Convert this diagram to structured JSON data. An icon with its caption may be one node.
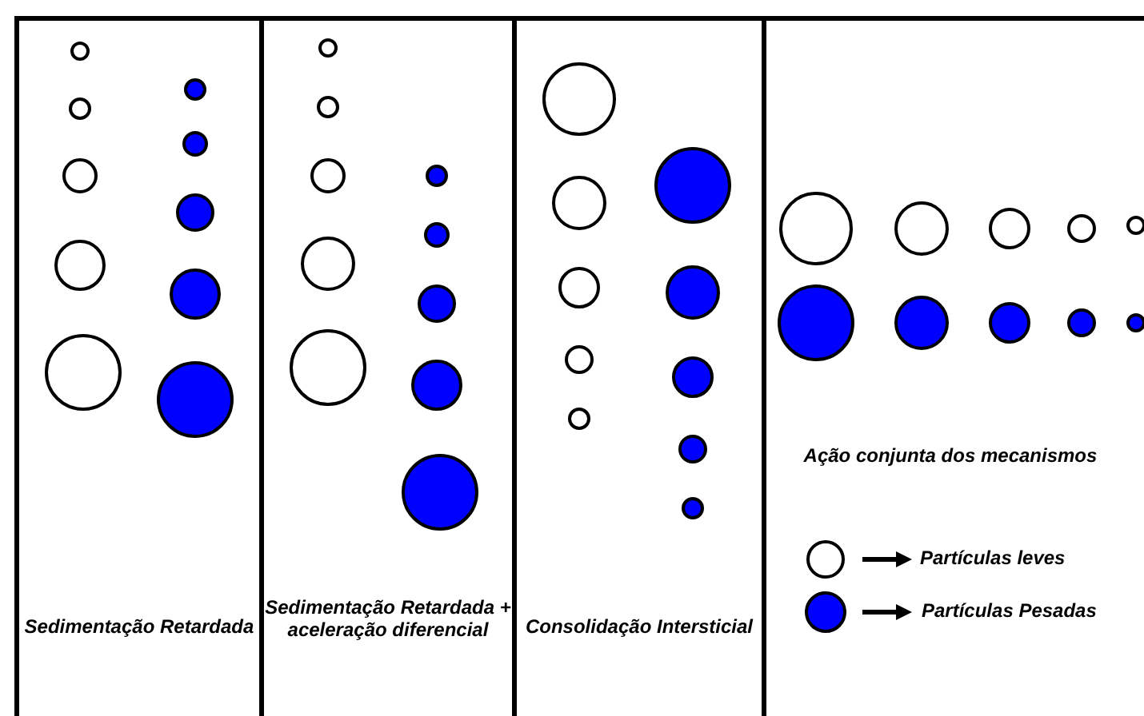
{
  "diagram": {
    "nodes": [
      {
        "text": [
          "Sedimentação Retardada"
        ]
      },
      {
        "text": [
          "Sedimentação Retardada + aceleração diferencial"
        ]
      },
      {
        "text": [
          "Consolidação Intersticial"
        ]
      },
      {
        "text": [
          "Ação conjunta dos mecanismos"
        ]
      }
    ],
    "legend": [
      {
        "text": "Partículas leves"
      },
      {
        "text": "Partículas Pesadas"
      }
    ]
  }
}
